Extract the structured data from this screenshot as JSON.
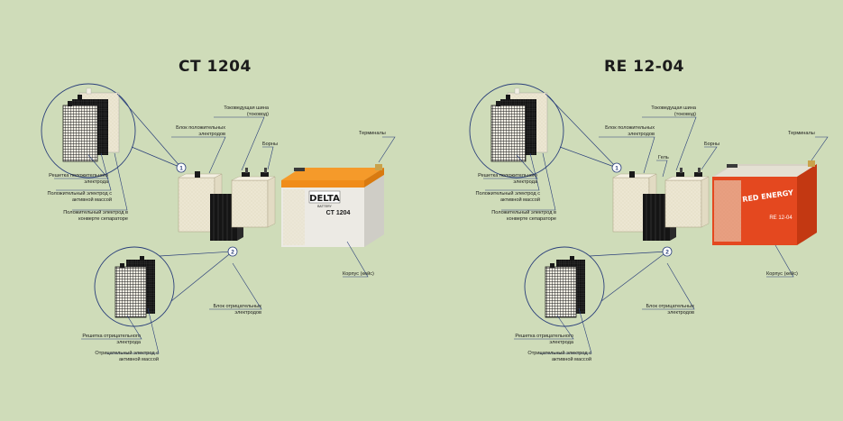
{
  "panels": {
    "left": {
      "title": "CT 1204",
      "brand_logo": "DELTA",
      "brand_sub": "BATTERY",
      "model_label": "CT 1204",
      "labels": {
        "bus": [
          "Токоведущая шина",
          "(токовод)"
        ],
        "pos_block": [
          "Блок положительных",
          "электродов"
        ],
        "terminals": [
          "Терминалы"
        ],
        "borny": [
          "Борны"
        ],
        "pos_grid": [
          "Решетка положительного",
          "электрода"
        ],
        "pos_electrode": [
          "Положительный электрод с",
          "активной массой"
        ],
        "pos_envelope": [
          "Положительный электрод в",
          "конверте сепараторе"
        ],
        "case": [
          "Корпус (кейс)"
        ],
        "neg_block": [
          "Блок отрицательных",
          "электродов"
        ],
        "neg_grid": [
          "Решетка отрицательного",
          "электрода"
        ],
        "neg_electrode": [
          "Отрицательный электрод с",
          "активной массой"
        ]
      },
      "markers": [
        "1",
        "2"
      ]
    },
    "right": {
      "title": "RE 12-04",
      "brand_logo": "RED ENERGY",
      "model_label": "RE 12-04",
      "labels": {
        "bus": [
          "Токоведущая шина",
          "(токовод)"
        ],
        "pos_block": [
          "Блок положительных",
          "электродов"
        ],
        "gel": [
          "Гель"
        ],
        "terminals": [
          "Терминалы"
        ],
        "borny": [
          "Борны"
        ],
        "pos_grid": [
          "Решетка положительного",
          "электрода"
        ],
        "pos_electrode": [
          "Положительный электрод с",
          "активной массой"
        ],
        "pos_envelope": [
          "Положительный электрод в",
          "конверте сепараторе"
        ],
        "case": [
          "Корпус (кейс)"
        ],
        "neg_block": [
          "Блок отрицательных",
          "электродов"
        ],
        "neg_grid": [
          "Решетка отрицательного",
          "электрода"
        ],
        "neg_electrode": [
          "Отрицательный электрод с",
          "активной массой"
        ]
      },
      "markers": [
        "1",
        "2"
      ]
    }
  },
  "colors": {
    "background": "#cfdcb9",
    "line": "#2a3f7a",
    "delta_case": "#e8e8e4",
    "delta_lid": "#f08c1a",
    "red_case": "#e4481f",
    "separator": "#ece6d2",
    "grid": "#1a1a1a"
  }
}
